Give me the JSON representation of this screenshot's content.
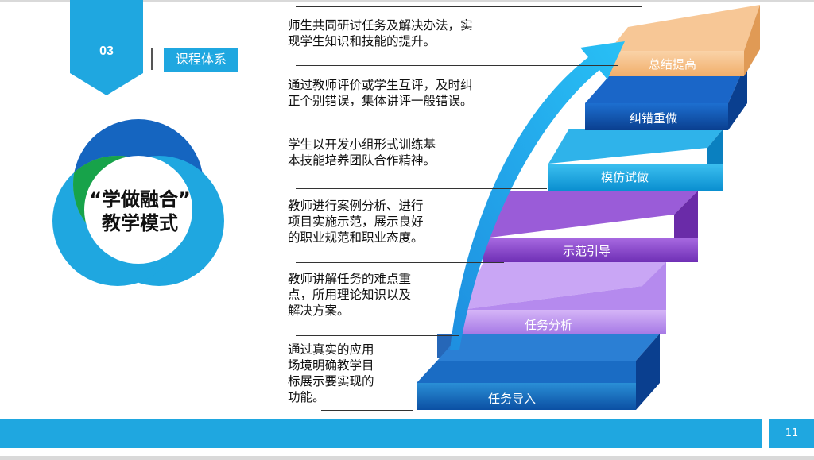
{
  "slide_number": "03",
  "section_title": "课程体系",
  "center_title_line1": "“学做融合”",
  "center_title_line2": "教学模式",
  "page_number": "11",
  "colors": {
    "accent_blue": "#1fa7e0",
    "dark_blue": "#1565c0",
    "green": "#7cc543",
    "purple": "#8e44c8",
    "light_purple": "#c39bf0",
    "peach": "#f7c08a"
  },
  "steps": [
    {
      "label": "任务导入"
    },
    {
      "label": "任务分析"
    },
    {
      "label": "示范引导"
    },
    {
      "label": "模仿试做"
    },
    {
      "label": "纠错重做"
    },
    {
      "label": "总结提高"
    }
  ],
  "descriptions": [
    {
      "lines": [
        "师生共同研讨任务及解决办法，实",
        "现学生知识和技能的提升。"
      ]
    },
    {
      "lines": [
        "通过教师评价或学生互评，及时纠",
        "正个别错误，集体讲评一般错误。"
      ]
    },
    {
      "lines": [
        "学生以开发小组形式训练基",
        "本技能培养团队合作精神。"
      ]
    },
    {
      "lines": [
        "教师进行案例分析、进行",
        "项目实施示范，展示良好",
        "的职业规范和职业态度。"
      ]
    },
    {
      "lines": [
        "教师讲解任务的难点重",
        "点，所用理论知识以及",
        "解决方案。"
      ]
    },
    {
      "lines": [
        "通过真实的应用",
        "场境明确教学目",
        "标展示要实现的",
        "功能。"
      ]
    }
  ]
}
